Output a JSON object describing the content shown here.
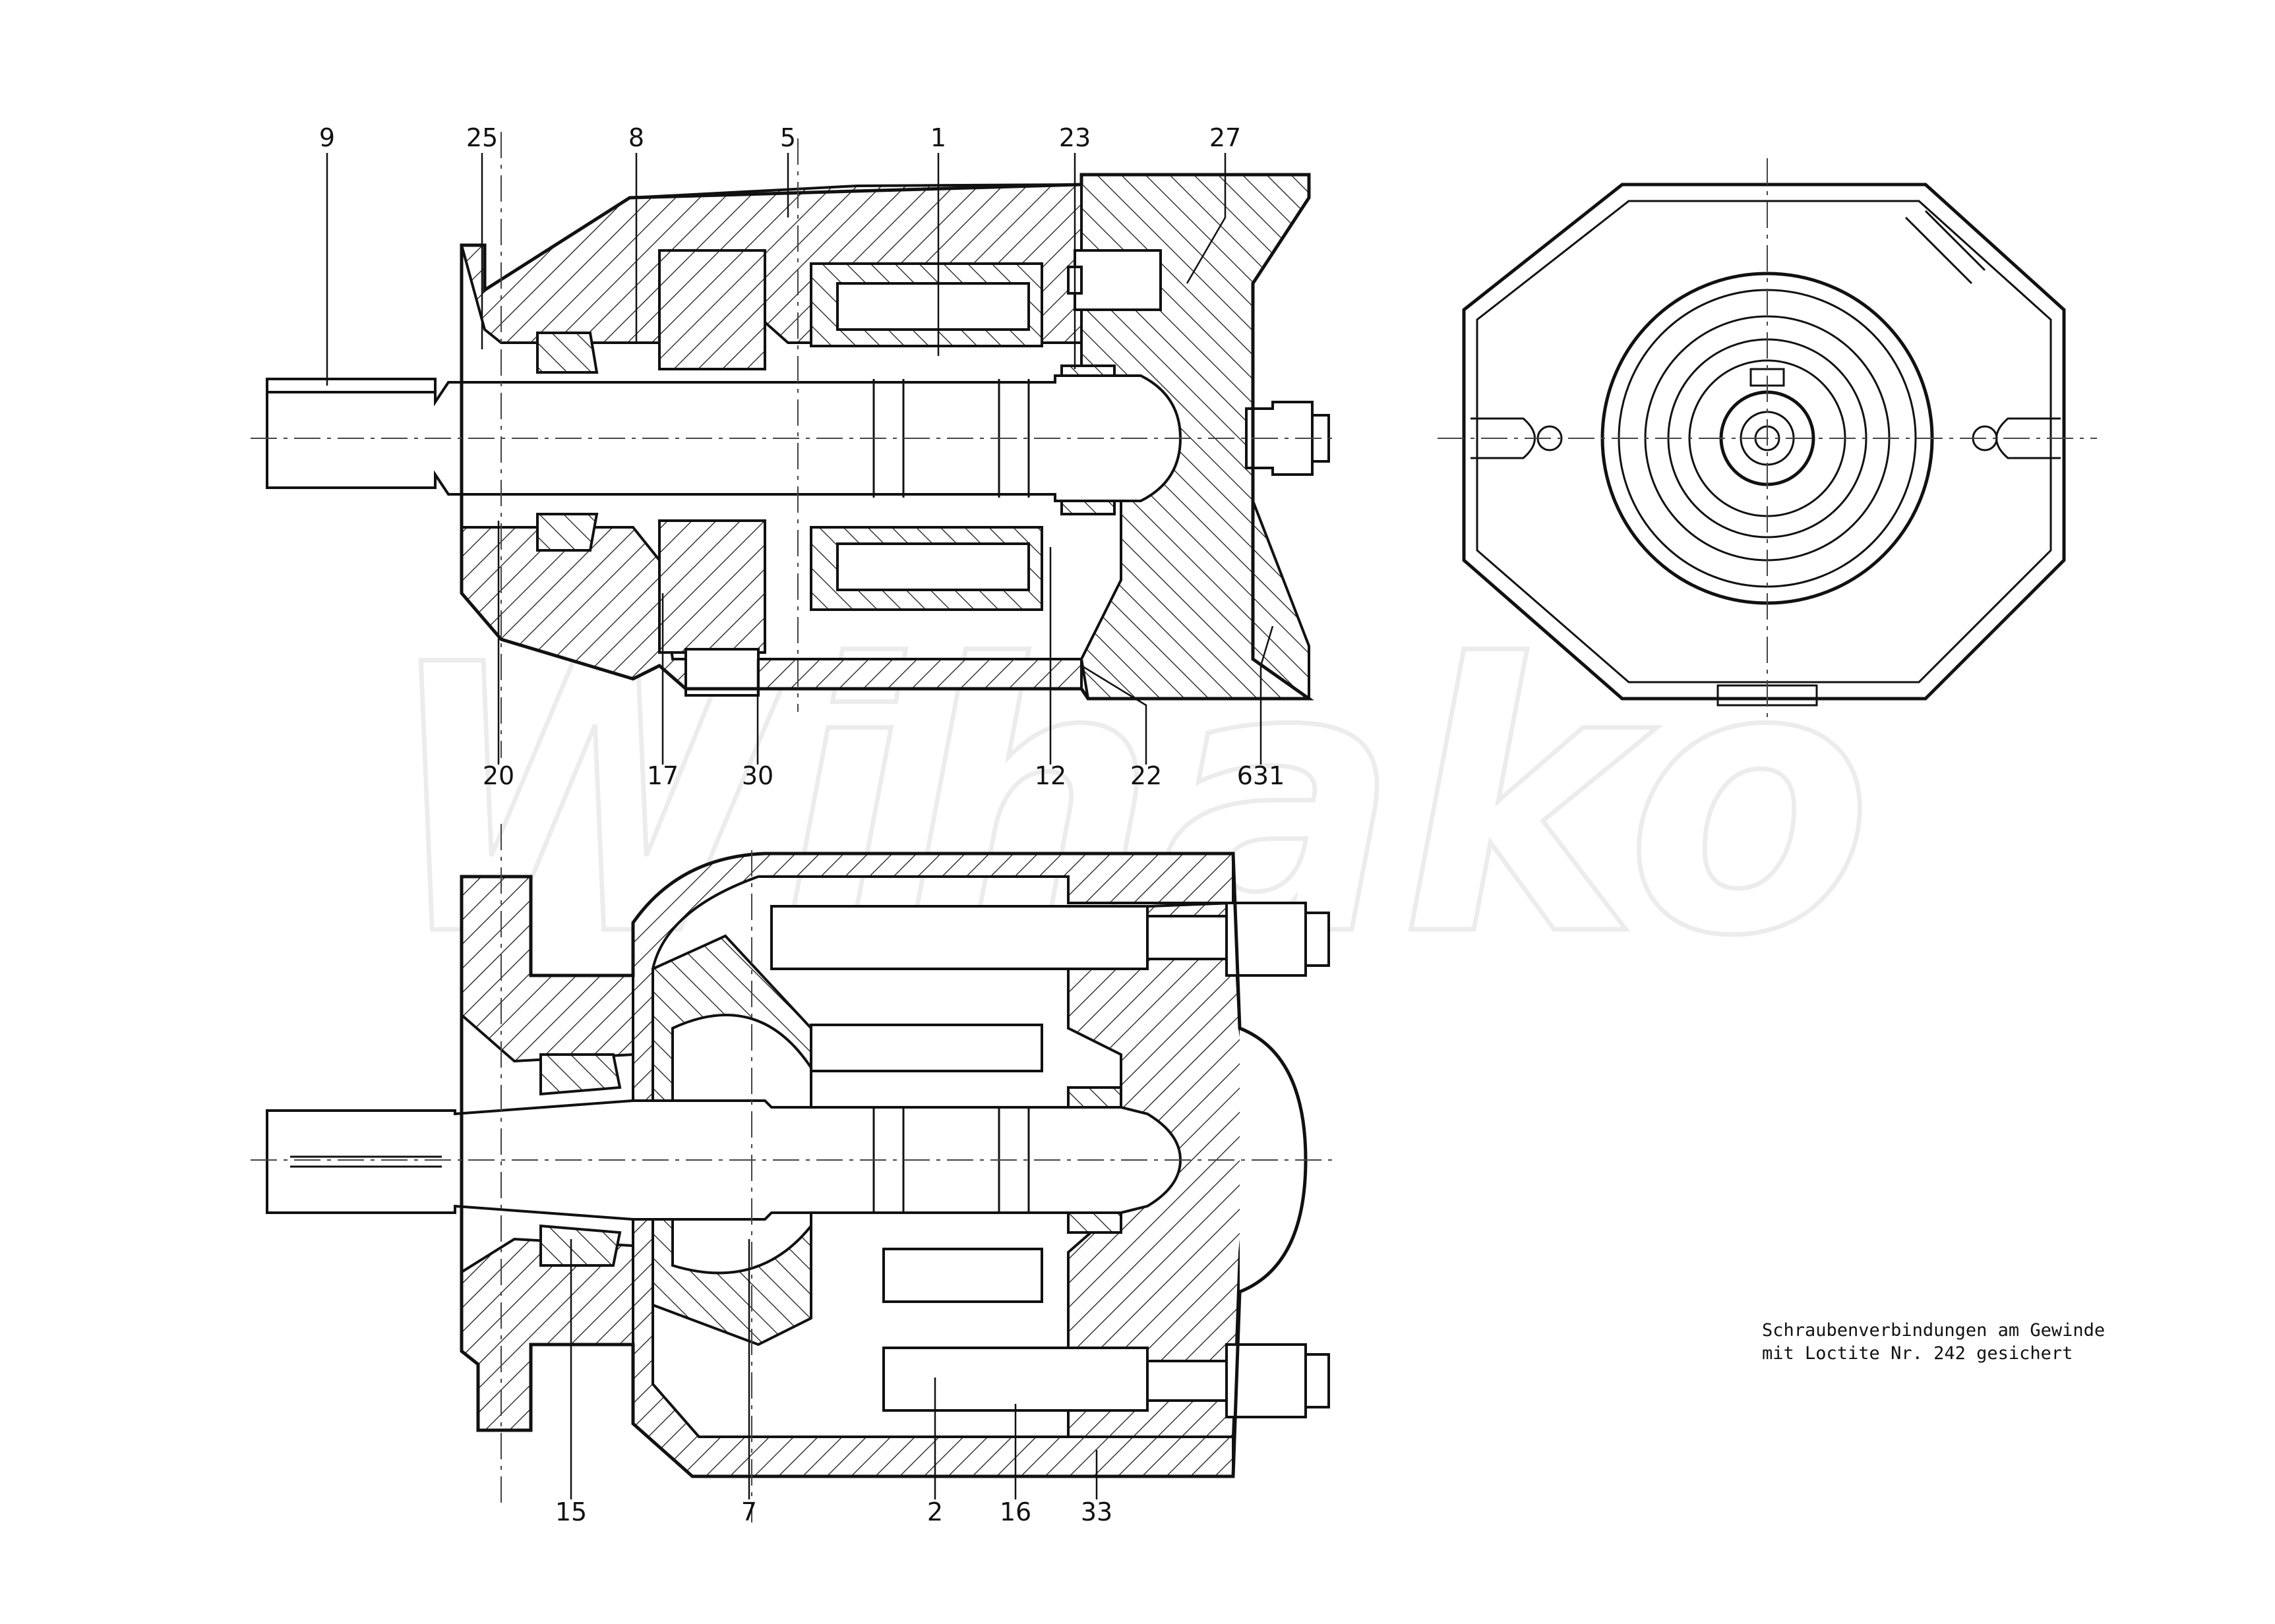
{
  "watermark": "Wihako",
  "part_labels": {
    "p9": "9",
    "p25": "25",
    "p8": "8",
    "p5": "5",
    "p1": "1",
    "p23": "23",
    "p27": "27",
    "p20": "20",
    "p17": "17",
    "p30": "30",
    "p12": "12",
    "p22": "22",
    "p631": "631",
    "p15": "15",
    "p7": "7",
    "p2": "2",
    "p16": "16",
    "p33": "33"
  },
  "note": {
    "line1": "Schraubenverbindungen am Gewinde",
    "line2": "mit Loctite Nr. 242 gesichert"
  }
}
